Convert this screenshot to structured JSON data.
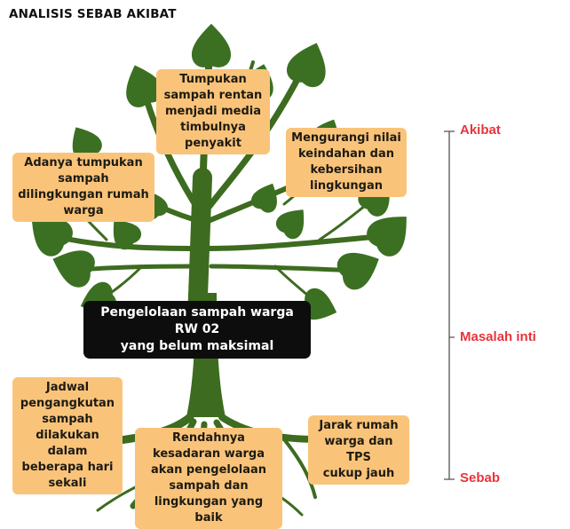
{
  "title": "ANALISIS SEBAB AKIBAT",
  "core_problem": "Pengelolaan sampah warga RW 02\nyang belum maksimal",
  "effects": [
    "Tumpukan\nsampah rentan\nmenjadi media\ntimbulnya\npenyakit",
    "Mengurangi nilai\nkeindahan dan\nkebersihan\nlingkungan",
    "Adanya tumpukan\nsampah\ndilingkungan rumah\nwarga"
  ],
  "causes": [
    "Jadwal\npengangkutan\nsampah\ndilakukan dalam\nbeberapa hari\nsekali",
    "Rendahnya\nkesadaran warga\nakan pengelolaan\nsampah dan\nlingkungan yang baik",
    "Jarak rumah\nwarga dan TPS\ncukup jauh"
  ],
  "levels": {
    "effect": "Akibat",
    "core": "Masalah inti",
    "cause": "Sebab"
  },
  "colors": {
    "leaf": "#3b7022",
    "trunk": "#3d6b1f",
    "note_fill": "#f9c47a",
    "core_fill": "#0d0d0d",
    "level_text": "#e8343c"
  }
}
